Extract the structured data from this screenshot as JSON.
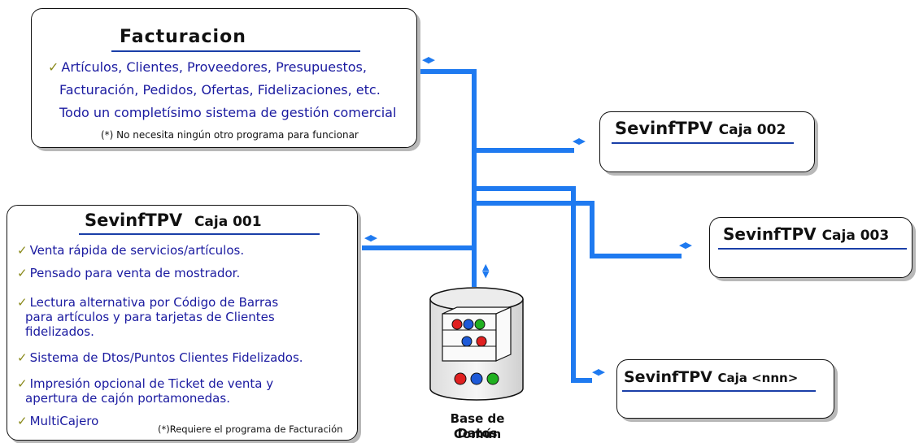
{
  "facturacion": {
    "title": "Facturacion",
    "lines": [
      "Artículos, Clientes, Proveedores, Presupuestos,",
      "Facturación, Pedidos, Ofertas, Fidelizaciones, etc.",
      "Todo un completísimo sistema de gestión comercial"
    ],
    "note": "(*) No necesita ningún otro programa para funcionar"
  },
  "caja001": {
    "title_main": "SevinfTPV",
    "title_sub": "Caja 001",
    "items": [
      "Venta rápida de servicios/artículos.",
      "Pensado para venta de mostrador.",
      "Lectura alternativa por Código de Barras",
      "para artículos y para tarjetas de Clientes",
      "fidelizados.",
      "Sistema de Dtos/Puntos Clientes Fidelizados.",
      "Impresión opcional de Ticket de venta y",
      "apertura de cajón portamonedas.",
      "MultiCajero"
    ],
    "note": "(*)Requiere el programa de Facturación"
  },
  "caja002": {
    "title_main": "SevinfTPV",
    "title_sub": "Caja 002"
  },
  "caja003": {
    "title_main": "SevinfTPV",
    "title_sub": "Caja 003"
  },
  "cajannn": {
    "title_main": "SevinfTPV",
    "title_sub": "Caja <nnn>"
  },
  "database": {
    "label_line1": "Base de Datos",
    "label_line2": "Común"
  },
  "colors": {
    "connector": "#1f7af0",
    "text_blue": "#1a1aa0",
    "check": "#8a8a1c"
  }
}
